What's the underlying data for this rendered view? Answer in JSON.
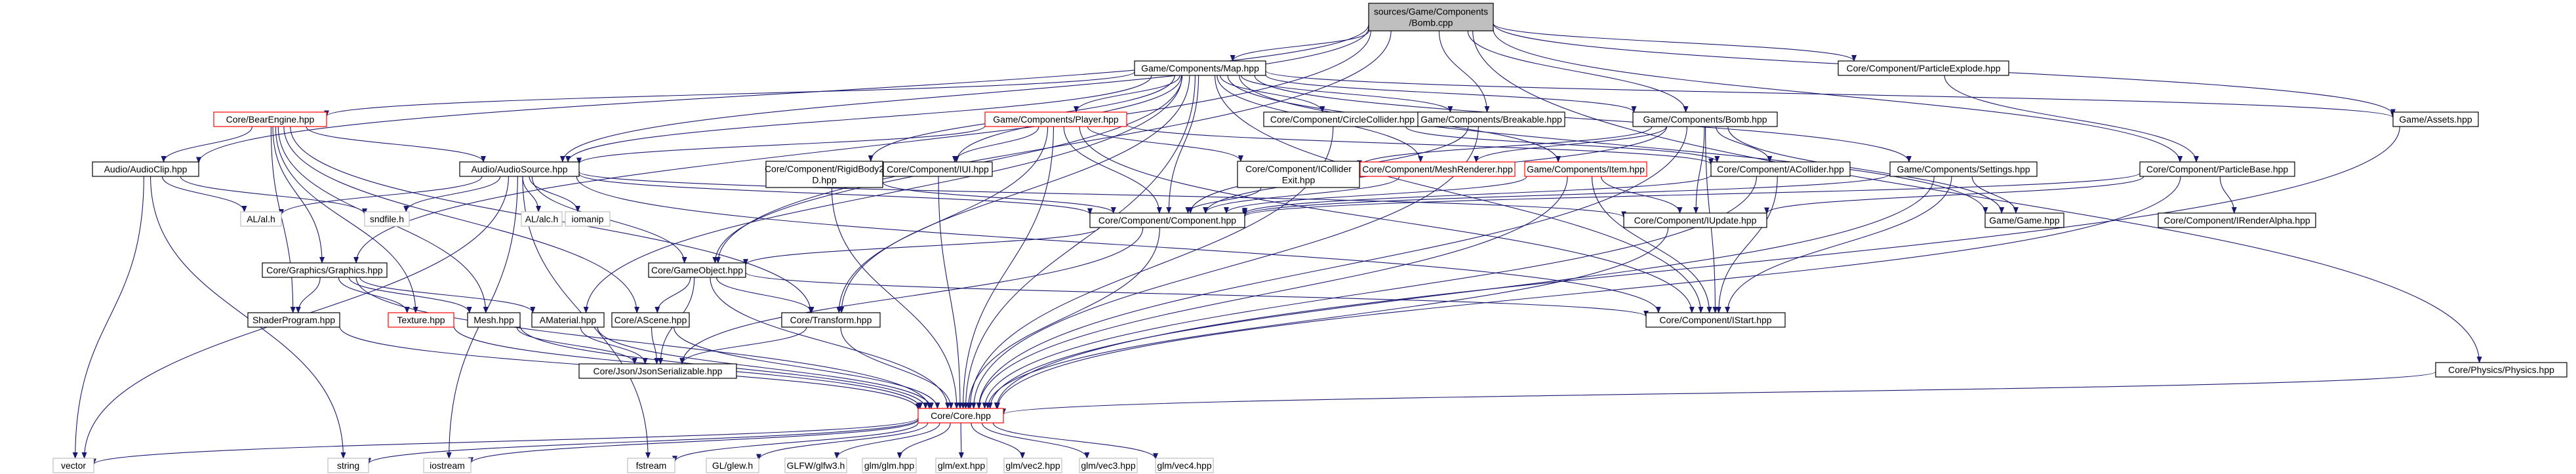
{
  "colors": {
    "edge": "#191970",
    "node_border": "#000000",
    "root_fill": "#bfbfbf",
    "red_border": "#ff0000",
    "grey_border": "#bfbfbf",
    "text": "#000000",
    "background": "#ffffff"
  },
  "nodes": {
    "bomb_cpp": "sources/Game/Components\n/Bomb.cpp",
    "map": "Game/Components/Map.hpp",
    "particle_explode": "Core/Component/ParticleExplode.hpp",
    "bear_engine": "Core/BearEngine.hpp",
    "player": "Game/Components/Player.hpp",
    "circle_collider": "Core/Component/CircleCollider.hpp",
    "breakable": "Game/Components/Breakable.hpp",
    "bomb_hpp": "Game/Components/Bomb.hpp",
    "assets": "Game/Assets.hpp",
    "audio_clip": "Audio/AudioClip.hpp",
    "audio_source": "Audio/AudioSource.hpp",
    "rigid_body": "Core/Component/RigidBody2\nD.hpp",
    "ui": "Core/Component/IUI.hpp",
    "icollider_exit": "Core/Component/ICollider\nExit.hpp",
    "mesh_renderer": "Core/Component/MeshRenderer.hpp",
    "item": "Game/Components/Item.hpp",
    "acollider": "Core/Component/ACollider.hpp",
    "settings": "Game/Components/Settings.hpp",
    "particle_base": "Core/Component/ParticleBase.hpp",
    "al_al": "AL/al.h",
    "sndfile": "sndfile.h",
    "al_alc": "AL/alc.h",
    "iomanip": "iomanip",
    "component": "Core/Component/Component.hpp",
    "iupdate": "Core/Component/IUpdate.hpp",
    "game": "Game/Game.hpp",
    "irender_alpha": "Core/Component/IRenderAlpha.hpp",
    "graphics": "Core/Graphics/Graphics.hpp",
    "game_object": "Core/GameObject.hpp",
    "shader_program": "ShaderProgram.hpp",
    "texture": "Texture.hpp",
    "mesh": "Mesh.hpp",
    "amaterial": "AMaterial.hpp",
    "ascene": "Core/AScene.hpp",
    "transform": "Core/Transform.hpp",
    "istart": "Core/Component/IStart.hpp",
    "json": "Core/Json/JsonSerializable.hpp",
    "physics": "Core/Physics/Physics.hpp",
    "core": "Core/Core.hpp",
    "vector": "vector",
    "string": "string",
    "iostream": "iostream",
    "fstream": "fstream",
    "glew": "GL/glew.h",
    "glfw": "GLFW/glfw3.h",
    "glm": "glm/glm.hpp",
    "ext": "glm/ext.hpp",
    "vec2": "glm/vec2.hpp",
    "vec3": "glm/vec3.hpp",
    "vec4": "glm/vec4.hpp"
  }
}
